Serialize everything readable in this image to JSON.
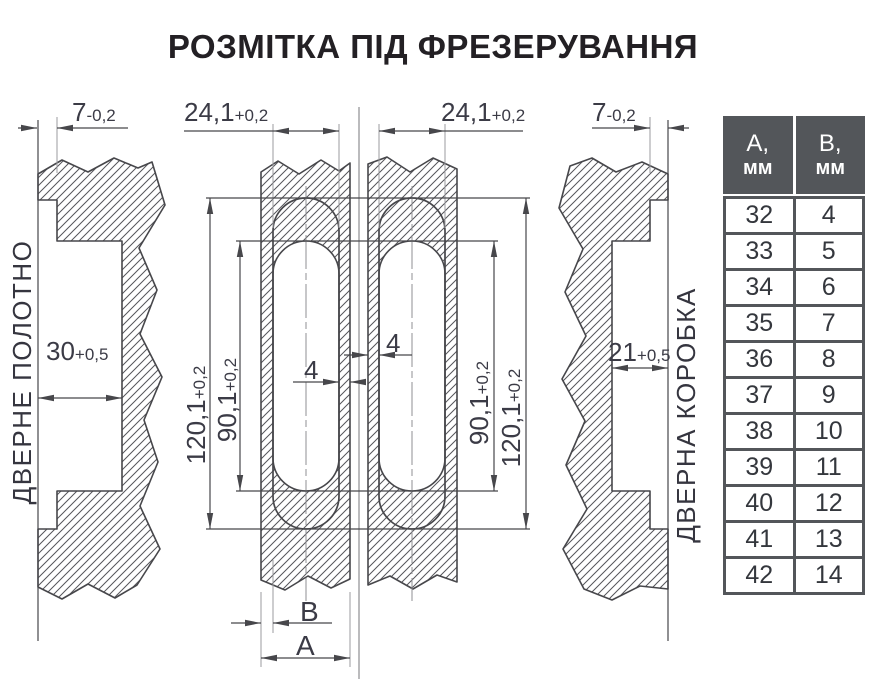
{
  "title": "РОЗМІТКА ПІД ФРЕЗЕРУВАННЯ",
  "labels": {
    "door_leaf": "ДВЕРНЕ ПОЛОТНО",
    "door_frame": "ДВЕРНА КОРОБКА"
  },
  "dims": {
    "lip_left": {
      "v": "7",
      "t": "-0,2"
    },
    "width_left": {
      "v": "24,1",
      "t": "+0,2"
    },
    "width_right": {
      "v": "24,1",
      "t": "+0,2"
    },
    "lip_right": {
      "v": "7",
      "t": "-0,2"
    },
    "depth_leaf": {
      "v": "30",
      "t": "+0,5"
    },
    "depth_frame": {
      "v": "21",
      "t": "+0,5"
    },
    "len_outer_left": {
      "v": "120,1",
      "t": "+0,2"
    },
    "len_inner_left": {
      "v": "90,1",
      "t": "+0,2"
    },
    "len_inner_right": {
      "v": "90,1",
      "t": "+0,2"
    },
    "len_outer_right": {
      "v": "120,1",
      "t": "+0,2"
    },
    "wall_left": "4",
    "wall_right": "4",
    "b_letter": "В",
    "a_letter": "А"
  },
  "table": {
    "headers": [
      {
        "line1": "А,",
        "line2": "мм"
      },
      {
        "line1": "В,",
        "line2": "мм"
      }
    ],
    "rows": [
      {
        "a": "32",
        "b": "4"
      },
      {
        "a": "33",
        "b": "5"
      },
      {
        "a": "34",
        "b": "6"
      },
      {
        "a": "35",
        "b": "7"
      },
      {
        "a": "36",
        "b": "8"
      },
      {
        "a": "37",
        "b": "9"
      },
      {
        "a": "38",
        "b": "10"
      },
      {
        "a": "39",
        "b": "11"
      },
      {
        "a": "40",
        "b": "12"
      },
      {
        "a": "41",
        "b": "13"
      },
      {
        "a": "42",
        "b": "14"
      }
    ]
  },
  "colors": {
    "line": "#47474b",
    "thin_line": "#9b9b9f",
    "dim_text": "#3b3b46",
    "title_text": "#232024",
    "table_dark": "#53565a"
  }
}
